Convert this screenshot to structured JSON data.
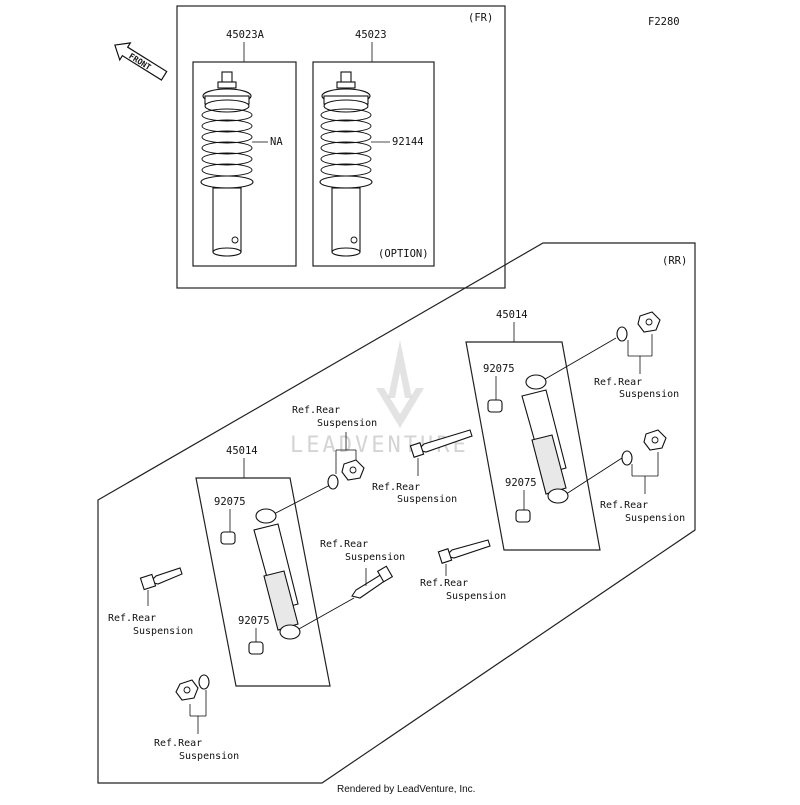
{
  "figure_code": "F2280",
  "front_arrow_label": "FRONT",
  "front_section": {
    "tag": "(FR)",
    "left_part_number": "45023A",
    "right_part_number": "45023",
    "left_spring_label": "NA",
    "right_spring_label": "92144",
    "option_label": "(OPTION)"
  },
  "rear_section": {
    "tag": "(RR)",
    "right_shock_number": "45014",
    "left_shock_number": "45014",
    "bushing_label": "92075",
    "ref_line1": "Ref.Rear",
    "ref_line2": "Suspension"
  },
  "watermark": "LEADVENTURE",
  "footer": "Rendered by LeadVenture, Inc."
}
